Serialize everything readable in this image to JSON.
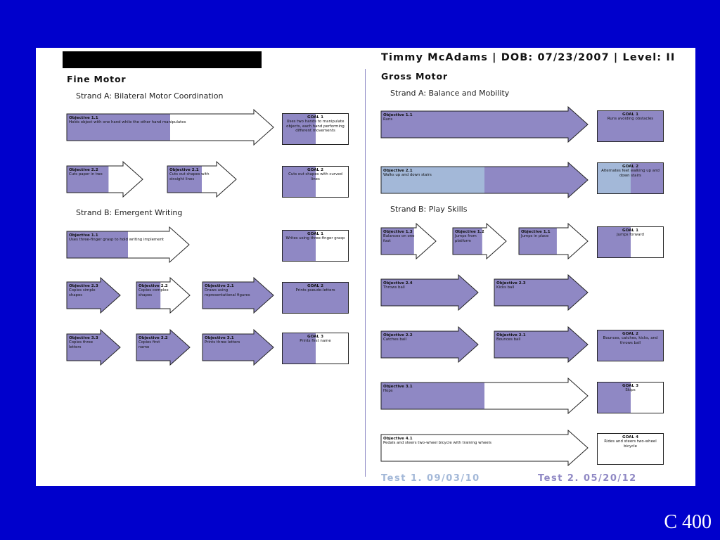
{
  "header": "Timmy McAdams  |  DOB: 07/23/2007  |  Level: II",
  "slide_label": "C 400",
  "fine_motor": {
    "title": "Fine Motor",
    "strand_a": "Strand A: Bilateral Motor Coordination",
    "strand_b": "Strand B: Emergent Writing"
  },
  "gross_motor": {
    "title": "Gross Motor",
    "strand_a": "Strand A: Balance and Mobility",
    "strand_b": "Strand B: Play Skills"
  },
  "tests": [
    "Test 1. 09/03/10",
    "Test 2. 05/20/12"
  ],
  "colors": {
    "test1": "#a3b8d8",
    "test2": "#8f88c4",
    "slide_bg": "#0000cc"
  },
  "objectives": [
    {
      "title": "Objective 1.1",
      "text": "Holds object with one hand while the other hand manipulates",
      "progress": 0.5,
      "fill": "test2"
    },
    {
      "title": "Objective 2.2",
      "text": "Cuts paper in two",
      "progress": 0.55,
      "fill": "test2"
    },
    {
      "title": "Objective 2.1",
      "text": "Cuts out shapes with straight lines",
      "progress": 0.5,
      "fill": "test2"
    },
    {
      "title": "Objective 1.1",
      "text": "Uses three-finger grasp to hold writing implement",
      "progress": 0.5,
      "fill": "test2"
    },
    {
      "title": "Objective 2.3",
      "text": "Copies simple shapes",
      "progress": 1,
      "fill": "test2"
    },
    {
      "title": "Objective 2.2",
      "text": "Copies complex shapes",
      "progress": 0.45,
      "fill": "test2"
    },
    {
      "title": "Objective 2.1",
      "text": "Draws using representational figures",
      "progress": 1,
      "fill": "test2"
    },
    {
      "title": "Objective 3.3",
      "text": "Copies three letters",
      "progress": 1,
      "fill": "test2"
    },
    {
      "title": "Objective 3.2",
      "text": "Copies first name",
      "progress": 1,
      "fill": "test2"
    },
    {
      "title": "Objective 3.1",
      "text": "Prints three letters",
      "progress": 1,
      "fill": "test2"
    },
    {
      "title": "Objective 1.1",
      "text": "Runs",
      "progress": 1,
      "fill": "test2"
    },
    {
      "title": "Objective 2.1",
      "text": "Walks up and down stairs",
      "progress": 0.5,
      "fill": "test1",
      "rest": "test2"
    },
    {
      "title": "Objective 1.3",
      "text": "Balances on one foot",
      "progress": 0.6,
      "fill": "test2"
    },
    {
      "title": "Objective 1.2",
      "text": "Jumps from platform",
      "progress": 0.55,
      "fill": "test2"
    },
    {
      "title": "Objective 1.1",
      "text": "Jumps in place",
      "progress": 0.55,
      "fill": "test2"
    },
    {
      "title": "Objective 2.4",
      "text": "Throws ball",
      "progress": 1,
      "fill": "test2"
    },
    {
      "title": "Objective 2.3",
      "text": "Kicks ball",
      "progress": 1,
      "fill": "test2"
    },
    {
      "title": "Objective 2.2",
      "text": "Catches ball",
      "progress": 1,
      "fill": "test2"
    },
    {
      "title": "Objective 2.1",
      "text": "Bounces ball",
      "progress": 1,
      "fill": "test2"
    },
    {
      "title": "Objective 3.1",
      "text": "Hops",
      "progress": 0.5,
      "fill": "test2"
    },
    {
      "title": "Objective 4.1",
      "text": "Pedals and steers two-wheel bicycle with training wheels",
      "progress": 0,
      "fill": "test2"
    }
  ],
  "goals": [
    {
      "title": "GOAL 1",
      "text": "Uses two hands to manipulate objects, each hand performing different movements",
      "progress": 0.5,
      "fill": "test2"
    },
    {
      "title": "GOAL 2",
      "text": "Cuts out shapes with curved lines",
      "progress": 0.5,
      "fill": "test2"
    },
    {
      "title": "GOAL 1",
      "text": "Writes using three-finger grasp",
      "progress": 0.5,
      "fill": "test2"
    },
    {
      "title": "GOAL 2",
      "text": "Prints pseudo-letters",
      "progress": 1,
      "fill": "test2"
    },
    {
      "title": "GOAL 3",
      "text": "Prints first name",
      "progress": 0.5,
      "fill": "test2"
    },
    {
      "title": "GOAL 1",
      "text": "Runs avoiding obstacles",
      "progress": 1,
      "fill": "test2"
    },
    {
      "title": "GOAL 2",
      "text": "Alternates feet walking up and down stairs",
      "progress": 0.5,
      "fill": "test1",
      "rest": "test2"
    },
    {
      "title": "GOAL 1",
      "text": "Jumps forward",
      "progress": 0.5,
      "fill": "test2"
    },
    {
      "title": "GOAL 2",
      "text": "Bounces, catches, kicks, and throws ball",
      "progress": 1,
      "fill": "test2"
    },
    {
      "title": "GOAL 3",
      "text": "Skips",
      "progress": 0.5,
      "fill": "test2"
    },
    {
      "title": "GOAL 4",
      "text": "Rides and steers two-wheel bicycle",
      "progress": 0,
      "fill": "test2"
    }
  ]
}
